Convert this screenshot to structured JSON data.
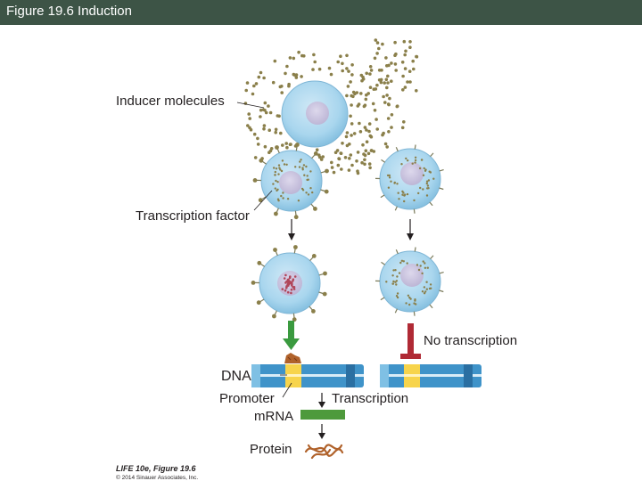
{
  "header": {
    "title": "Figure 19.6  Induction"
  },
  "diagram": {
    "labels": {
      "inducer_molecules": "Inducer molecules",
      "transcription_factor": "Transcription factor",
      "no_transcription": "No transcription",
      "dna": "DNA",
      "promoter": "Promoter",
      "transcription": "Transcription",
      "mrna": "mRNA",
      "protein": "Protein"
    },
    "credit": {
      "line1": "LIFE 10e, Figure 19.6",
      "line2": "© 2014 Sinauer Associates, Inc."
    },
    "colors": {
      "header_bg": "#3d5446",
      "cell": "#a9d6ee",
      "nucleus": "#c9c4dd",
      "inducer_dot": "#8a7f4a",
      "tf_dot": "#8a7f4a",
      "dna_blue": "#3f93c9",
      "promoter": "#f7d44c",
      "mrna": "#4e9a3c",
      "activator": "#b0622b",
      "green_arrow": "#3a9a3f",
      "block_bar": "#b02a35",
      "protein": "#b0622b"
    }
  }
}
